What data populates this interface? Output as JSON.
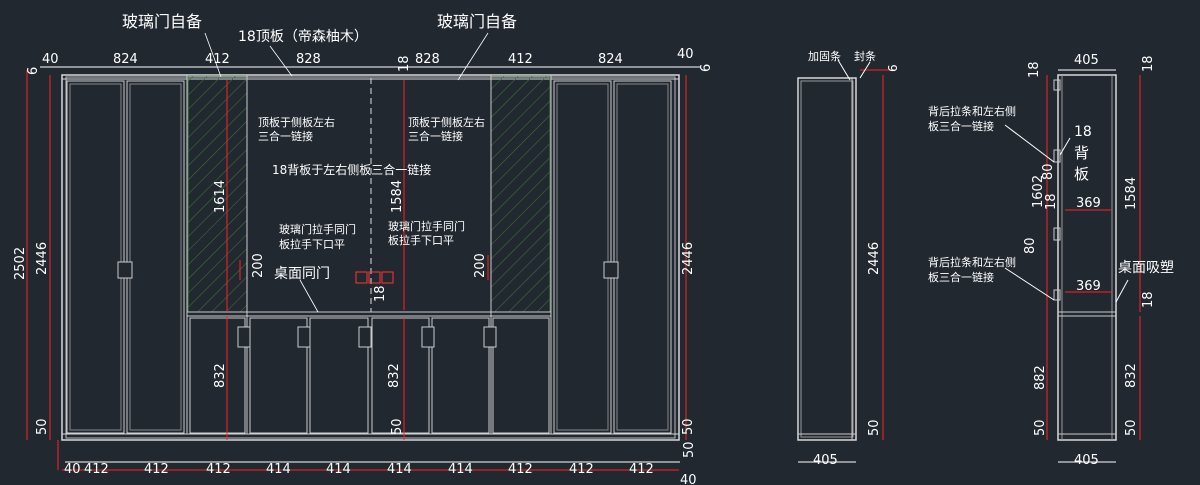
{
  "front": {
    "top_dims": [
      "40",
      "824",
      "412",
      "828",
      "18",
      "828",
      "412",
      "824",
      "40"
    ],
    "top_small_left": "6",
    "top_small_right": "6",
    "bottom_dims": [
      "40",
      "412",
      "412",
      "412",
      "414",
      "414",
      "414",
      "414",
      "412",
      "412",
      "412",
      "50",
      "40"
    ],
    "left_dims": [
      "2502",
      "2446",
      "50"
    ],
    "right_dims": [
      "2446",
      "50"
    ],
    "inner_dims": [
      "1614",
      "1584",
      "200",
      "18",
      "200",
      "832",
      "832",
      "50"
    ],
    "labels": {
      "glass_left": "玻璃门自备",
      "glass_right": "玻璃门自备",
      "top_board": "18顶板（帝森柚木）",
      "top_side_left_1": "顶板于侧板左右",
      "top_side_left_2": "三合一链接",
      "top_side_right_1": "顶板于侧板左右",
      "top_side_right_2": "三合一链接",
      "back_board": "18背板于左右侧板三合一链接",
      "handle_left_1": "玻璃门拉手同门",
      "handle_left_2": "板拉手下口平",
      "handle_right_1": "玻璃门拉手同门",
      "handle_right_2": "板拉手下口平",
      "desk": "桌面同门"
    }
  },
  "side": {
    "label_reinforce": "加固条",
    "label_seal": "封条",
    "dims": [
      "6",
      "2446",
      "50",
      "405"
    ]
  },
  "section": {
    "top_dims": [
      "405",
      "18",
      "18"
    ],
    "labels": {
      "pull_top_1": "背后拉条和左右侧",
      "pull_top_2": "板三合一链接",
      "back_18": "18",
      "back_char1": "背",
      "back_char2": "板",
      "pull_bot_1": "背后拉条和左右侧",
      "pull_bot_2": "板三合一链接",
      "desk_plastic": "桌面吸塑"
    },
    "dims": [
      "80",
      "1602",
      "18",
      "369",
      "1584",
      "80",
      "369",
      "18",
      "882",
      "832",
      "50",
      "405",
      "50"
    ]
  }
}
